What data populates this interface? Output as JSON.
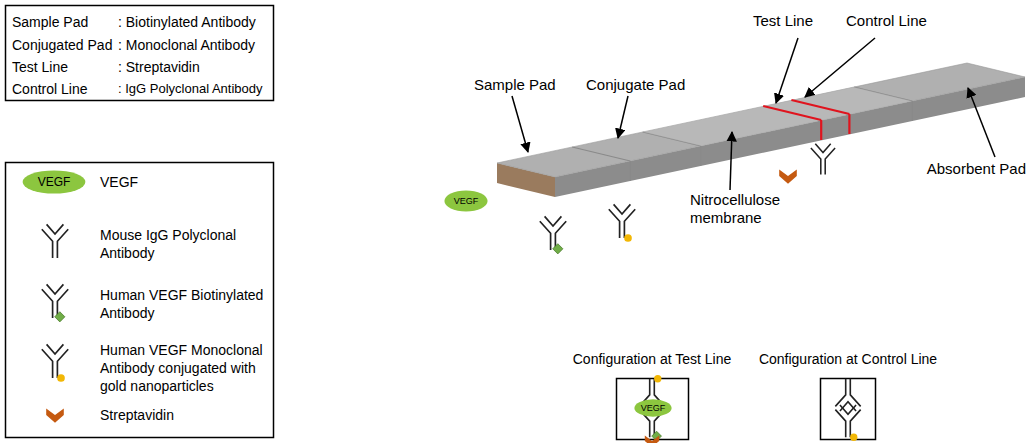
{
  "diagram": {
    "nodes": [
      {
        "text": [
          "Sample Pad",
          ": Biotinylated Antibody",
          "Conjugated Pad",
          ": Monoclonal Antibody",
          "Test Line",
          ": Streptavidin",
          "Control Line",
          ": IgG Polyclonal Antibody"
        ]
      },
      {
        "text": [
          "VEGF"
        ]
      },
      {
        "text": [
          "VEGF"
        ]
      },
      {
        "text": [
          "VEGF"
        ]
      }
    ],
    "labels": [
      "Test Line",
      "Control Line",
      "Sample Pad",
      "Conjugate Pad",
      "Nitrocellulose membrane",
      "Absorbent Pad",
      "Configuration at Test Line",
      "Configuration at Control Line"
    ],
    "legend": [
      {
        "text": "VEGF"
      },
      {
        "text": "Mouse IgG Polyclonal Antibody"
      },
      {
        "text": "Human VEGF Biotinylated Antibody"
      },
      {
        "text": "Human VEGF Monoclonal Antibody conjugated with gold nanoparticles"
      },
      {
        "text": "Streptavidin"
      }
    ]
  }
}
